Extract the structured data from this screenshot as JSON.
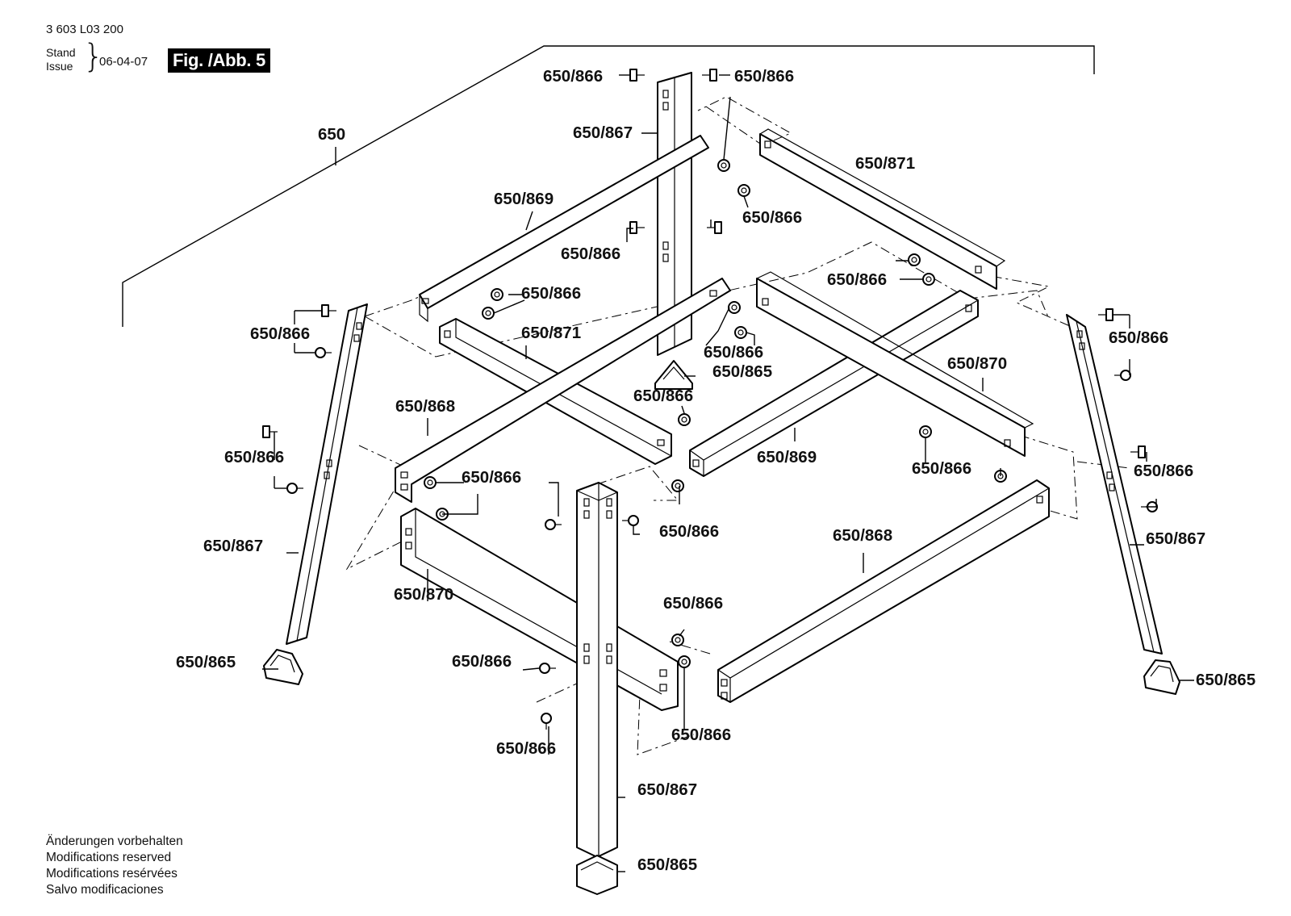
{
  "header": {
    "doc_number": "3 603 L03 200",
    "stand_label": "Stand",
    "issue_label": "Issue",
    "issue_date": "06-04-07",
    "figure_label": "Fig. /Abb. 5"
  },
  "footer_notes": [
    "Änderungen vorbehalten",
    "Modifications reserved",
    "Modifications resérvées",
    "Salvo modificaciones"
  ],
  "part_labels": {
    "assembly": "650",
    "leg": "650/867",
    "foot": "650/865",
    "fastener": "650/866",
    "rail_868": "650/868",
    "rail_869": "650/869",
    "rail_870": "650/870",
    "rail_871": "650/871"
  }
}
